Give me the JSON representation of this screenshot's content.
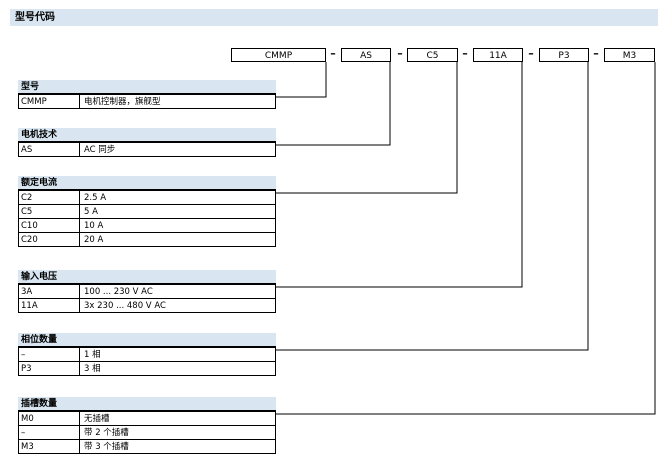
{
  "page_title": "型号代码",
  "code_boxes": [
    "CMMP",
    "AS",
    "C5",
    "11A",
    "P3",
    "M3"
  ],
  "dash": "–",
  "sections": [
    {
      "title": "型号",
      "rows": [
        {
          "code": "CMMP",
          "desc": "电机控制器，旗舰型"
        }
      ]
    },
    {
      "title": "电机技术",
      "rows": [
        {
          "code": "AS",
          "desc": "AC 同步"
        }
      ]
    },
    {
      "title": "额定电流",
      "rows": [
        {
          "code": "C2",
          "desc": "2.5 A"
        },
        {
          "code": "C5",
          "desc": "5 A"
        },
        {
          "code": "C10",
          "desc": "10 A"
        },
        {
          "code": "C20",
          "desc": "20 A"
        }
      ]
    },
    {
      "title": "输入电压",
      "rows": [
        {
          "code": "3A",
          "desc": "100 ... 230 V AC"
        },
        {
          "code": "11A",
          "desc": "3x 230 ... 480 V AC"
        }
      ]
    },
    {
      "title": "相位数量",
      "rows": [
        {
          "code": "–",
          "desc": "1 相"
        },
        {
          "code": "P3",
          "desc": "3 相"
        }
      ]
    },
    {
      "title": "插槽数量",
      "rows": [
        {
          "code": "M0",
          "desc": "无插槽"
        },
        {
          "code": "–",
          "desc": "带 2 个插槽"
        },
        {
          "code": "M3",
          "desc": "带 3 个插槽"
        }
      ]
    }
  ]
}
